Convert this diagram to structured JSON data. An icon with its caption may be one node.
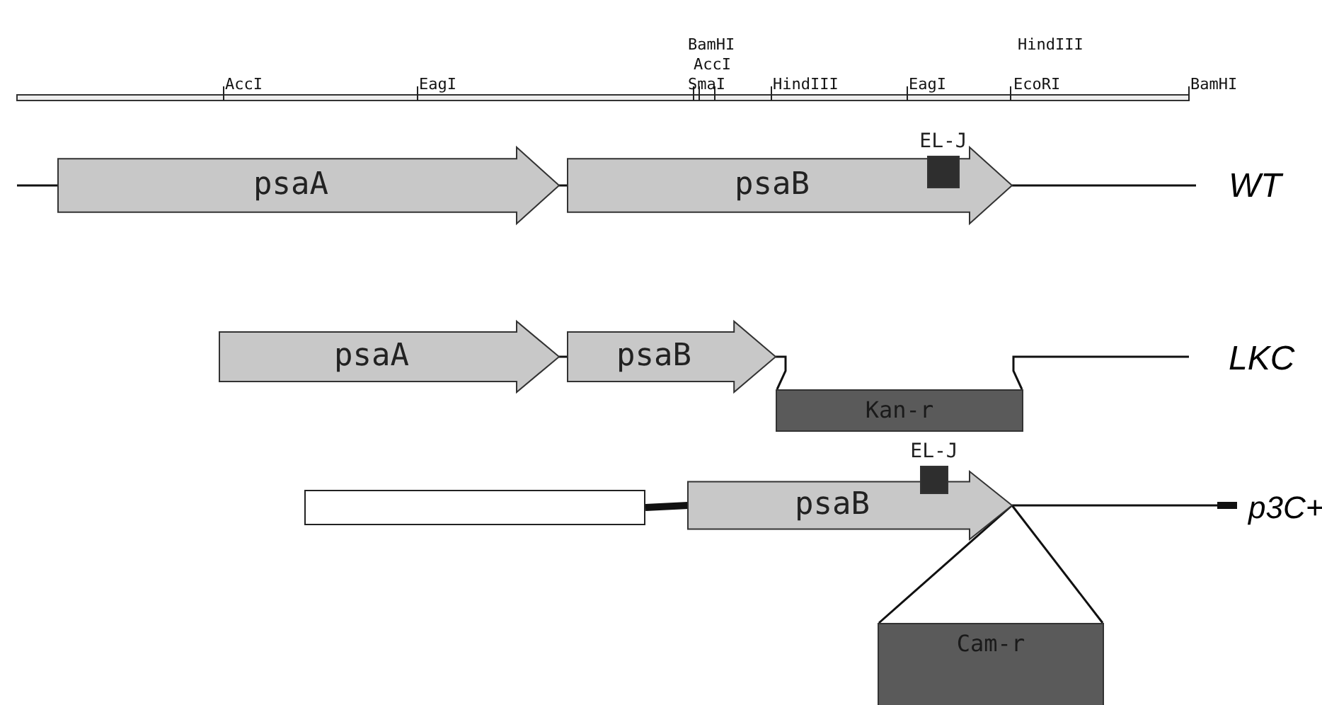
{
  "diagram": {
    "nodes": [
      {
        "text": [
          "psaA"
        ]
      },
      {
        "text": [
          "psaB"
        ]
      },
      {
        "text": [
          "EL-J"
        ],
        "in": 1
      },
      {
        "text": [
          "psaA"
        ]
      },
      {
        "text": [
          "psaB"
        ]
      },
      {
        "text": [
          "Kan-r"
        ]
      },
      {
        "text": [],
        "shape": "box"
      },
      {
        "text": [
          "psaB"
        ]
      },
      {
        "text": [
          "EL-J"
        ],
        "in": 7
      },
      {
        "text": [
          "Cam-r"
        ]
      }
    ],
    "edges": [
      {
        "from": null,
        "to": 0,
        "arrow": "none"
      },
      {
        "from": 0,
        "to": 1,
        "arrow": "none"
      },
      {
        "from": 1,
        "to": null,
        "arrow": "none"
      },
      {
        "from": 3,
        "to": 4,
        "arrow": "none"
      },
      {
        "from": 4,
        "to": 5,
        "arrow": "none"
      },
      {
        "from": 5,
        "to": null,
        "arrow": "none"
      },
      {
        "from": 6,
        "to": 7,
        "arrow": "none",
        "style": "thick"
      },
      {
        "from": 7,
        "to": 9,
        "arrow": "none"
      },
      {
        "from": 7,
        "to": null,
        "arrow": "none"
      }
    ],
    "labels": [
      "BamHI",
      "HindIII",
      "AccI",
      "AccI",
      "EagI",
      "SmaI",
      "HindIII",
      "EagI",
      "EcoRI",
      "BamHI",
      "WT",
      "LKC",
      "p3C+"
    ]
  }
}
